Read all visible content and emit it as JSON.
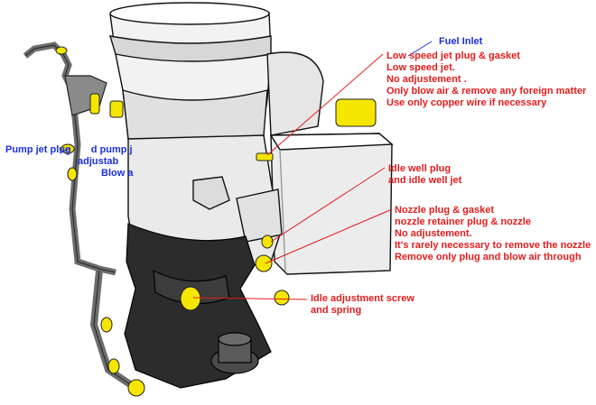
{
  "colors": {
    "body_white": "#f2f2f2",
    "shade": "#c9c9c9",
    "dark_casting": "#2c2c2c",
    "linkage": "#777777",
    "highlight_yellow": "#f5e600",
    "callout_red": "#e31c1c",
    "callout_blue": "#1a2ee6"
  },
  "labels": {
    "fuel_inlet": [
      "Fuel Inlet"
    ],
    "low_speed_jet": [
      "Low speed jet plug & gasket",
      "Low speed jet.",
      "No adjustement .",
      "Only blow air & remove any foreign matter",
      "Use only copper wire if necessary"
    ],
    "idle_well": [
      "Idle well plug",
      "and idle well jet"
    ],
    "nozzle": [
      "Nozzle plug & gasket",
      "nozzle retainer plug & nozzle",
      "No adjustement.",
      "It's rarely necessary to remove the nozzle",
      "Remove only plug and blow air through"
    ],
    "idle_adjustment": [
      "Idle adjustment screw",
      "and spring"
    ],
    "pump_jet": [
      "Pump jet plug",
      "d pump j",
      "adjustab",
      "Blow a"
    ]
  }
}
